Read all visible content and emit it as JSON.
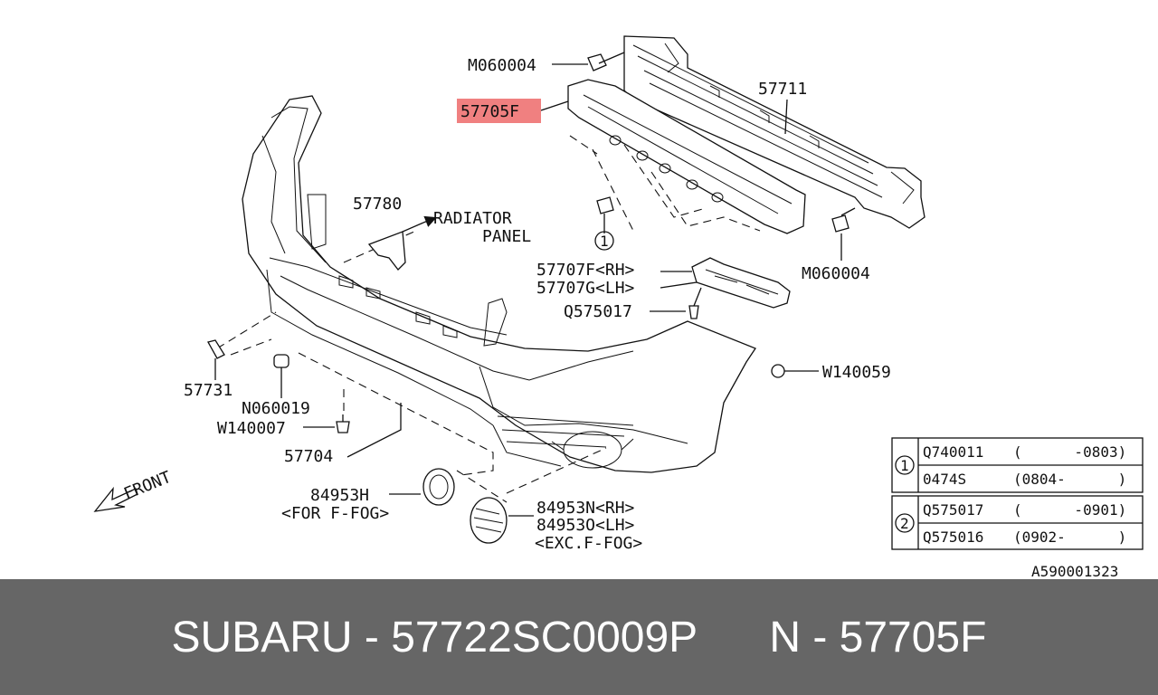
{
  "callouts": {
    "m060004_top": "M060004",
    "p57705f": "57705F",
    "p57711": "57711",
    "p57780": "57780",
    "radiator_line1": "RADIATOR",
    "radiator_line2": "PANEL",
    "m060004_right": "M060004",
    "p57707f": "57707F<RH>",
    "p57707g": "57707G<LH>",
    "q575017": "Q575017",
    "w140059": "W140059",
    "p57731": "57731",
    "n060019": "N060019",
    "w140007": "W140007",
    "p57704": "57704",
    "p84953h": "84953H",
    "for_ffog": "<FOR F-FOG>",
    "p84953n": "84953N<RH>",
    "p84953o": "84953O<LH>",
    "exc_ffog": "<EXC.F-FOG>",
    "front": "FRONT",
    "circle1": "1"
  },
  "highlight_color": "#f08080",
  "table": {
    "rows": [
      {
        "marker": "1",
        "lines": [
          {
            "part": "Q740011",
            "range": "(      -0803)"
          },
          {
            "part": "0474S",
            "range": "(0804-      )"
          }
        ]
      },
      {
        "marker": "2",
        "lines": [
          {
            "part": "Q575017",
            "range": "(      -0901)"
          },
          {
            "part": "Q575016",
            "range": "(0902-      )"
          }
        ]
      }
    ]
  },
  "diagram_id": "A590001323",
  "footer": {
    "brand_part": "SUBARU - 57722SC0009P",
    "ref": "N - 57705F"
  }
}
